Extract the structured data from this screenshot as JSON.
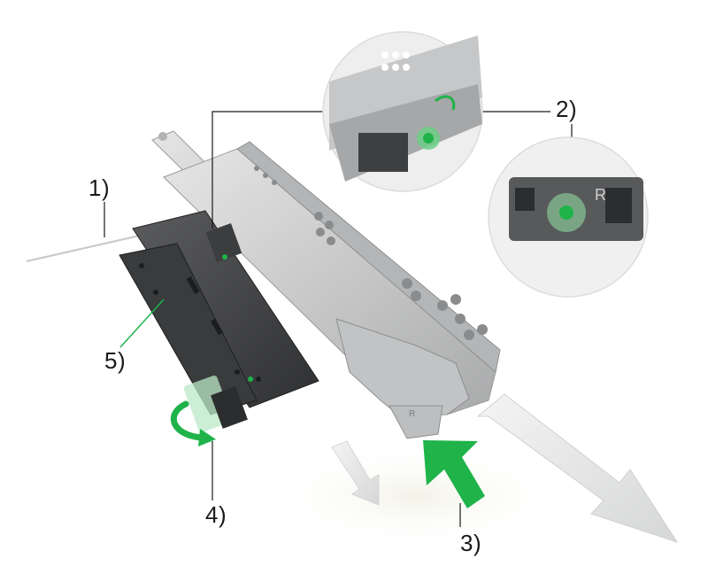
{
  "callouts": {
    "item1": "1)",
    "item2": "2)",
    "item3": "3)",
    "item4": "4)",
    "item5": "5)"
  },
  "detail_marks": {
    "side_letter": "R"
  },
  "colors": {
    "accent_green": "#1fb34a",
    "rail_grey": "#c9cacb",
    "dark_plate": "#4a4b4d",
    "arrow_grey": "#e2e3e4"
  },
  "icons": [
    "push-arrow-icon",
    "rotate-arrow-icon",
    "motion-arrow-icon"
  ]
}
